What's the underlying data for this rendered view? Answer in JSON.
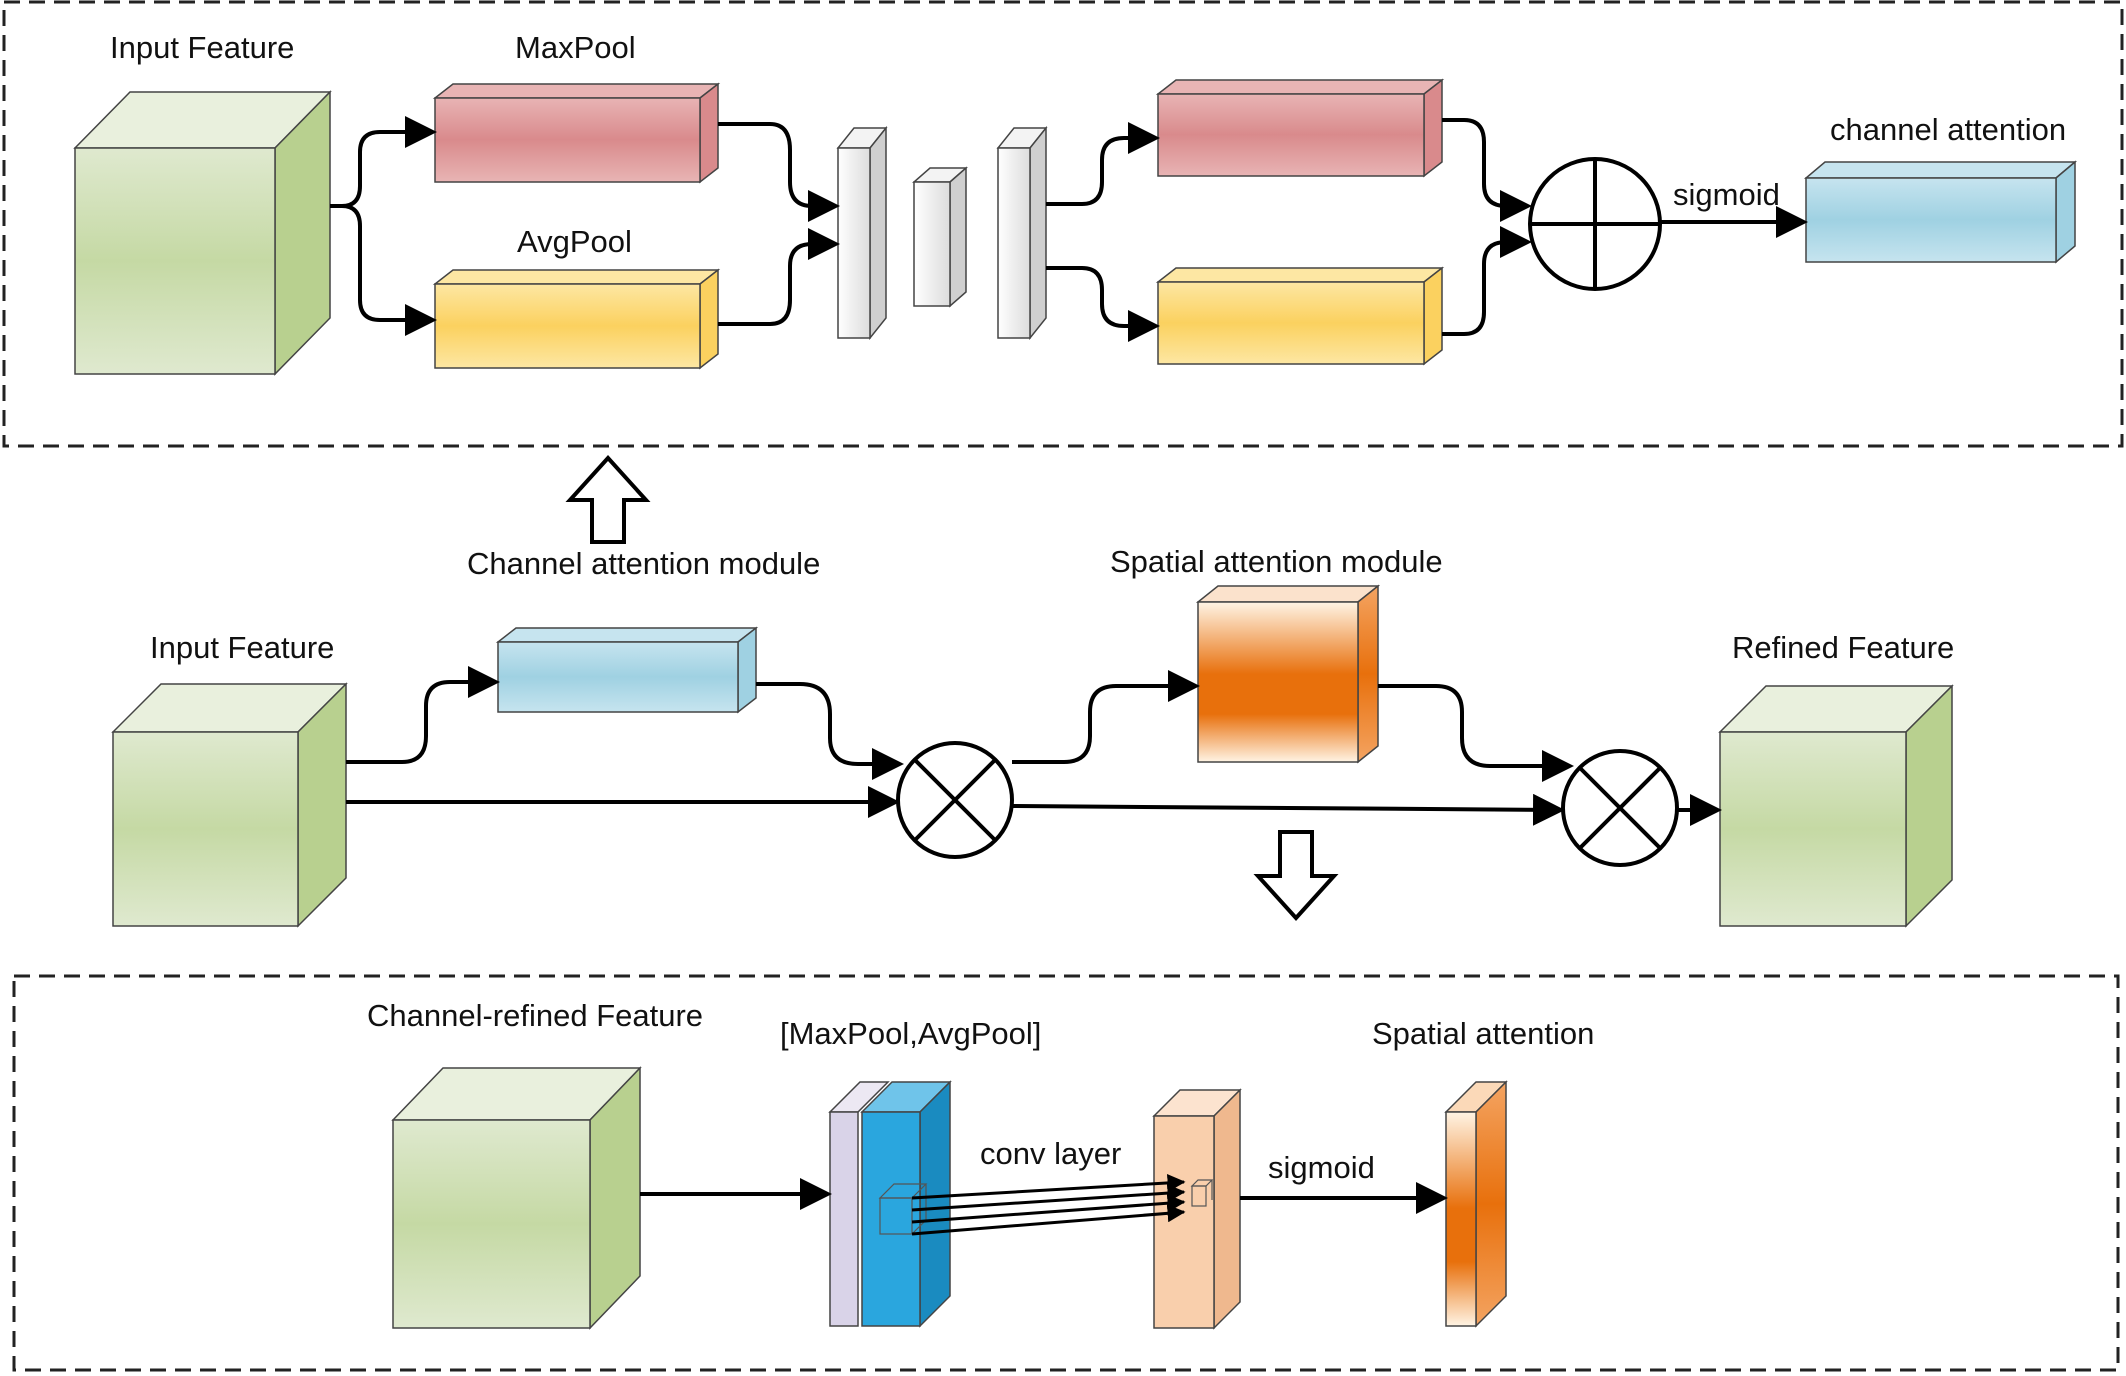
{
  "colors": {
    "green_front": "#dfe9cf",
    "green_front_mid": "#c5d9a4",
    "green_side": "#b8d08f",
    "green_top": "#e9f0dd",
    "pink": "#e8b4b4",
    "pink_deep": "#d98a8c",
    "yellow": "#fde7a3",
    "yellow_deep": "#fbd15f",
    "blue": "#c6e4ef",
    "blue_deep": "#9fd1e2",
    "orange": "#f4a462",
    "orange_deep": "#e8700c",
    "peach": "#f9cfac",
    "lavender": "#d9d3e8",
    "cyan": "#2aa6de",
    "dashed_border": "#222222"
  },
  "channel_module": {
    "input_label": "Input Feature",
    "maxpool_label": "MaxPool",
    "avgpool_label": "AvgPool",
    "sigmoid_label": "sigmoid",
    "output_label": "channel attention",
    "sum_icon": "circle-plus-icon"
  },
  "main_flow": {
    "channel_module_label": "Channel attention module",
    "spatial_module_label": "Spatial  attention module",
    "input_label": "Input Feature",
    "output_label": "Refined Feature",
    "multiply_icon": "circle-times-icon",
    "up_arrow_icon": "hollow-up-arrow-icon",
    "down_arrow_icon": "hollow-down-arrow-icon"
  },
  "spatial_module": {
    "input_label": "Channel-refined Feature",
    "concat_label": "[MaxPool,AvgPool]",
    "conv_label": "conv layer",
    "sigmoid_label": "sigmoid",
    "output_label": "Spatial attention"
  }
}
